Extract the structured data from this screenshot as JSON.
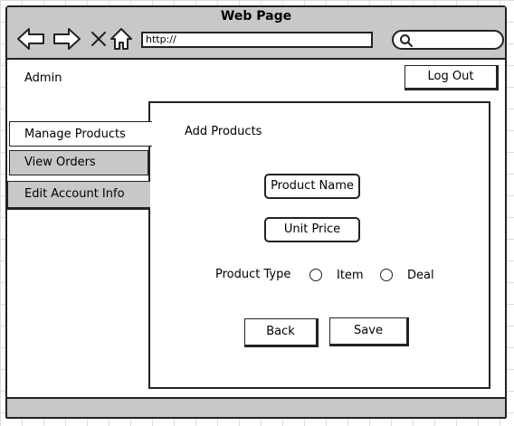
{
  "window": {
    "title": "Web Page",
    "url": "http://",
    "search_value": "",
    "icons": [
      "back-arrow-icon",
      "forward-arrow-icon",
      "close-x-icon",
      "home-icon",
      "search-icon"
    ]
  },
  "header": {
    "user_label": "Admin",
    "logout_label": "Log Out"
  },
  "sidebar": {
    "tabs": [
      {
        "label": "Manage Products",
        "active": true
      },
      {
        "label": "View Orders",
        "active": false
      },
      {
        "label": "Edit Account Info",
        "active": false
      }
    ]
  },
  "main": {
    "title": "Add Products",
    "product_name_label": "Product Name",
    "unit_price_label": "Unit Price",
    "product_type": {
      "label": "Product Type",
      "options": [
        "Item",
        "Deal"
      ]
    },
    "back_label": "Back",
    "save_label": "Save"
  },
  "colors": {
    "chrome_gray": "#c8c8c8",
    "stroke": "#222222",
    "grid": "#dcdcdc"
  }
}
